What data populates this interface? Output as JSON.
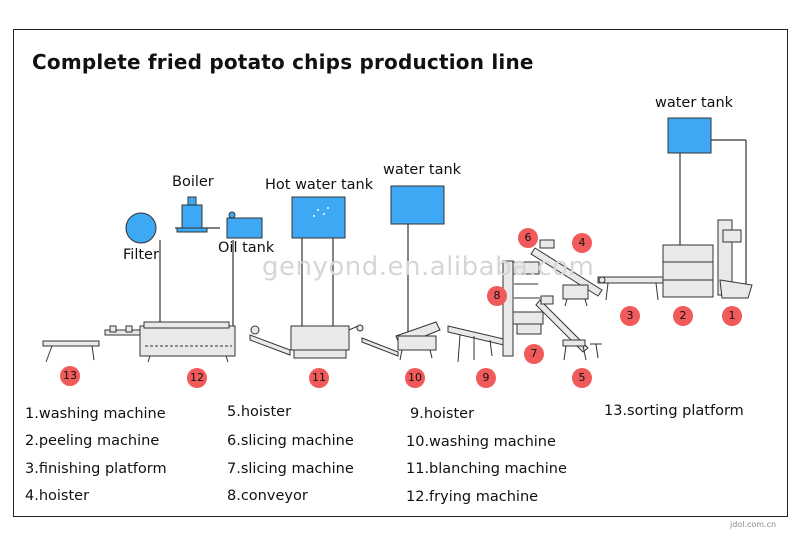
{
  "title": "Complete fried potato chips production line",
  "labels": {
    "water_tank_right": "water tank",
    "water_tank_mid": "water tank",
    "hot_water_tank": "Hot water tank",
    "boiler": "Boiler",
    "filter": "Filter",
    "oil_tank": "Oil tank"
  },
  "watermark": "genyond.en.alibaba.com",
  "credit": "jdol.com.cn",
  "step_numbers": [
    "1",
    "2",
    "3",
    "4",
    "5",
    "6",
    "7",
    "8",
    "9",
    "10",
    "11",
    "12",
    "13"
  ],
  "legend": [
    "1.washing machine",
    "2.peeling machine",
    "3.finishing platform",
    "4.hoister",
    "5.hoister",
    "6.slicing machine",
    "7.slicing machine",
    "8.conveyor",
    "9.hoister",
    "10.washing machine",
    "11.blanching machine",
    "12.frying machine",
    "13.sorting platform"
  ],
  "colors": {
    "tank_fill": "#3da9f5",
    "marker": "#f15a5a",
    "machine_fill": "#e9e9e9",
    "stroke": "#333333"
  }
}
